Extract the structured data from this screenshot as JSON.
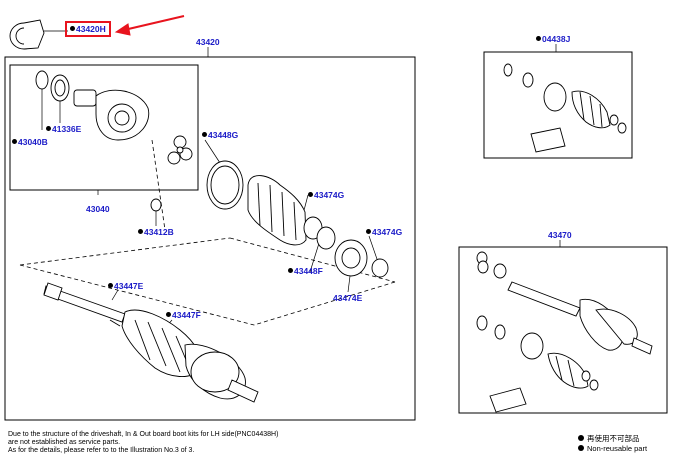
{
  "labels": {
    "highlighted": "43420H",
    "driveshaft_assembly": "43420",
    "inner_joint_assembly": "43040",
    "snap_ring_inner": "43040B",
    "dust_seal": "41336E",
    "outer_snap_ring": "43412B",
    "boot_band_outer": "43448G",
    "boot_clamp_a": "43474G",
    "boot_clamp_b": "43474G",
    "boot_band_inner": "43448F",
    "inboard_boot": "43474E",
    "outer_joint_a": "43447E",
    "outer_joint_b": "43447F",
    "boot_kit": "04438J",
    "shaft_assembly": "43470"
  },
  "note_lines": [
    "Due to the structure of the driveshaft, In & Out board  boot kits for LH side(PNC04438H)",
    "are not established as service parts.",
    "As for the details, please refer to to the Illustration No.3 of 3."
  ],
  "legend": {
    "japanese": "再使用不可部品",
    "english": "Non-reusable part"
  },
  "colors": {
    "label_blue": "#1c1cc8",
    "highlight_red": "#e8141e",
    "line_black": "#000000"
  }
}
